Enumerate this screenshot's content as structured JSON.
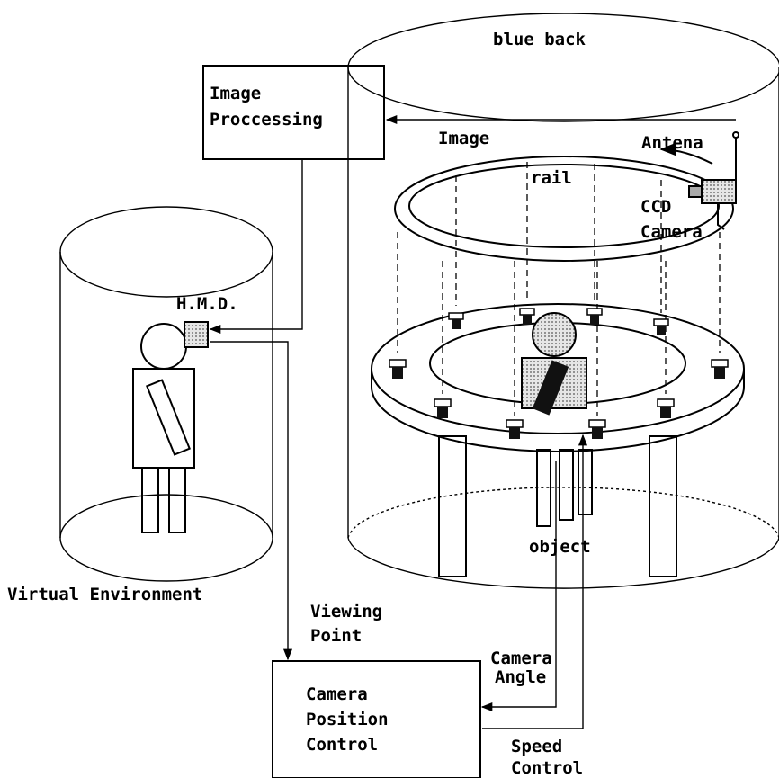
{
  "labels": {
    "blue_back": "blue back",
    "image_processing_1": "Image",
    "image_processing_2": "Proccessing",
    "image": "Image",
    "antena": "Antena",
    "rail": "rail",
    "ccd_1": "CCD",
    "ccd_2": "Camera",
    "hmd": "H.M.D.",
    "virtual_env": "Virtual Environment",
    "object": "object",
    "viewing_1": "Viewing",
    "viewing_2": "Point",
    "camera_angle_1": "Camera",
    "camera_angle_2": "Angle",
    "cpc_1": "Camera",
    "cpc_2": "Position",
    "cpc_3": "Control",
    "speed_1": "Speed",
    "speed_2": "Control"
  }
}
